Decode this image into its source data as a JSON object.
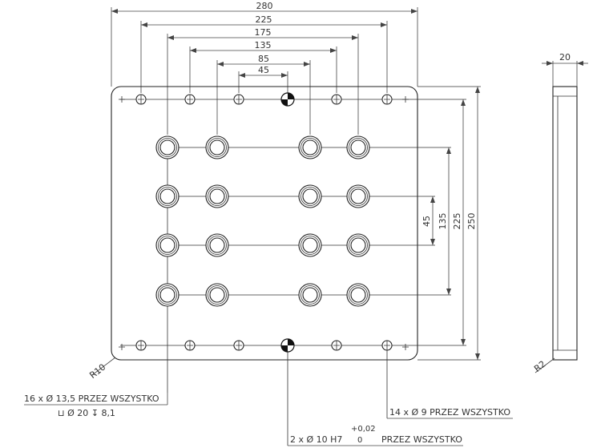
{
  "dimensions": {
    "top": [
      "280",
      "225",
      "175",
      "135",
      "85",
      "45"
    ],
    "right": [
      "45",
      "135",
      "225",
      "250"
    ],
    "side_thickness": "20",
    "radius_plate": "R10",
    "radius_side": "R2"
  },
  "callouts": {
    "counterbore_line1": "16 x Ø 13,5 PRZEZ WSZYSTKO",
    "counterbore_line2": "⊔ Ø 20 ↧ 8,1",
    "through_holes": "14 x Ø 9 PRZEZ WSZYSTKO",
    "pin_holes_prefix": "2 x Ø 10 H7",
    "pin_tol_upper": "+0,02",
    "pin_tol_lower": "0",
    "pin_holes_suffix": "PRZEZ WSZYSTKO"
  },
  "colors": {
    "line": "#222222",
    "dim": "#444444"
  }
}
